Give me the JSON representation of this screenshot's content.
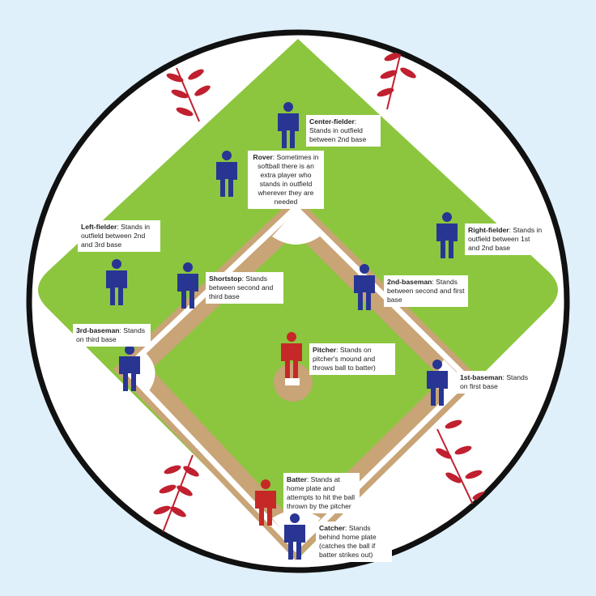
{
  "colors": {
    "background": "#dff0fa",
    "grass": "#8cc63f",
    "dirt": "#c8a476",
    "base_path": "#ffffff",
    "ball_outline": "#111111",
    "stitch": "#c0202f",
    "fielder": "#283593",
    "offense": "#c62828"
  },
  "labels": {
    "center_fielder": {
      "name": "Center-fielder",
      "desc": ": Stands in outfield between 2nd  base"
    },
    "rover": {
      "name": "Rover",
      "desc": ": Sometimes in softball there is an extra player who stands in outfield wherever they are needed"
    },
    "left_fielder": {
      "name": "Left-fielder",
      "desc": ": Stands in outfield between 2nd and 3rd base"
    },
    "right_fielder": {
      "name": "Right-fielder",
      "desc": ": Stands in outfield between 1st and 2nd base"
    },
    "shortstop": {
      "name": "Shortstop",
      "desc": ": Stands between second and third base"
    },
    "second_baseman": {
      "name": "2nd-baseman",
      "desc": ": Stands between second and first base"
    },
    "third_baseman": {
      "name": "3rd-baseman",
      "desc": ": Stands on third base"
    },
    "pitcher": {
      "name": "Pitcher",
      "desc": ": Stands on pitcher's mound  and throws ball to batter)"
    },
    "first_baseman": {
      "name": "1st-baseman",
      "desc": ": Stands on first base"
    },
    "batter": {
      "name": "Batter",
      "desc": ": Stands at home plate and attempts to hit the ball thrown by the pitcher"
    },
    "catcher": {
      "name": "Catcher",
      "desc": ": Stands behind home plate (catches the ball if batter strikes out)"
    }
  }
}
